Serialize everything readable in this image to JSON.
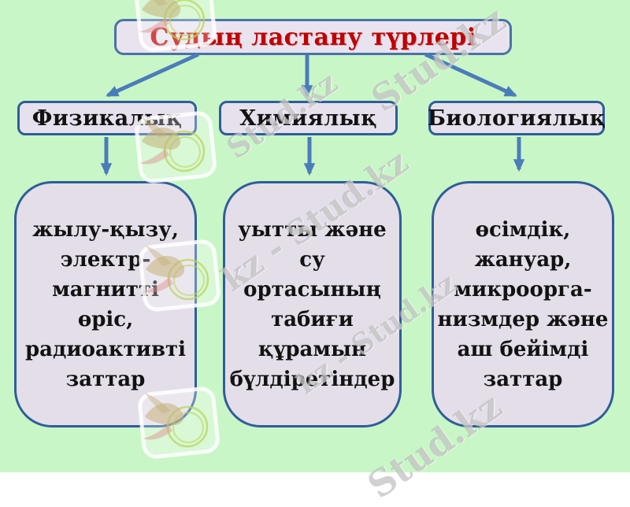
{
  "title": {
    "text": "Судың ластану түрлері",
    "color": "#c00000"
  },
  "branches": [
    {
      "id": "physical",
      "label": "Физикалық",
      "description": "жылу-қызу,\nэлектр-\nмагнитті\nөріс,\nрадиоактивті\nзаттар"
    },
    {
      "id": "chemical",
      "label": "Химиялық",
      "description": "уытты және\nсу\nортасының\nтабиғи\nқұрамын\nбүлдіретіндер"
    },
    {
      "id": "biological",
      "label": "Биологиялық",
      "description": "өсімдік,\nжануар,\nмикроорга-\nнизмдер және\nаш бейімді\nзаттар"
    }
  ],
  "watermarks": {
    "brand": "Stud.kz",
    "texts": [
      {
        "text": "Stud.kz"
      },
      {
        "text": "Stud.kz"
      },
      {
        "text": "kz - Stud.kz"
      },
      {
        "text": "kz - Stud.kz"
      },
      {
        "text": "Stud.kz"
      }
    ]
  },
  "colors": {
    "background": "#c9f6c6",
    "box_fill": "#e4dee9",
    "box_border": "#2e5e99",
    "title_border": "#4a72a8",
    "arrow": "#4b7cba",
    "title_text": "#c00000",
    "body_text": "#121212"
  }
}
